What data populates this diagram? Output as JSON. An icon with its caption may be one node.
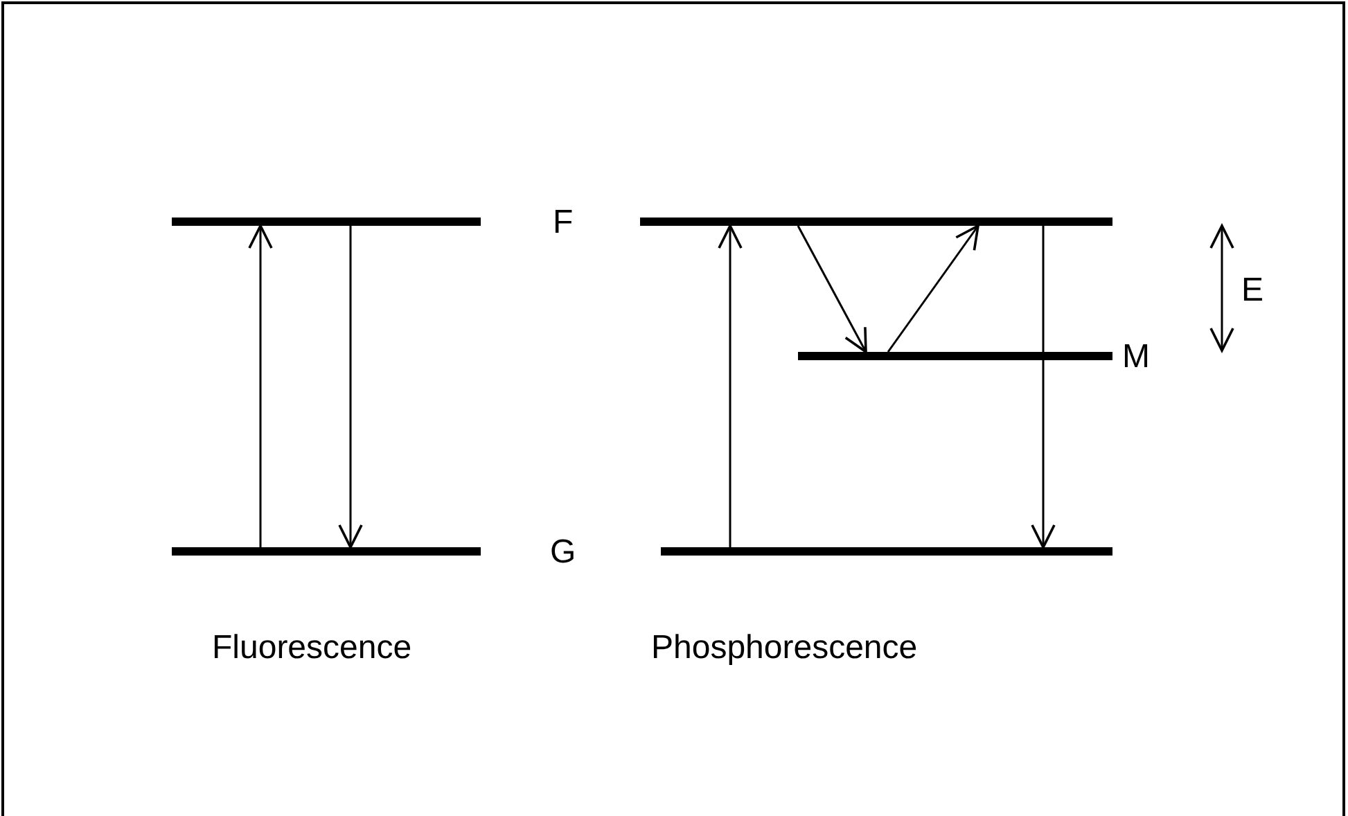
{
  "diagram": {
    "nodes": [
      {
        "text": [],
        "shape": "bar"
      },
      {
        "text": [],
        "shape": "bar"
      },
      {
        "text": [],
        "shape": "bar"
      },
      {
        "text": [],
        "shape": "bar",
        "beside": [
          "M"
        ]
      },
      {
        "text": [],
        "shape": "bar"
      }
    ],
    "edges": [
      {
        "from": 1,
        "to": 0,
        "arrow": "to"
      },
      {
        "from": 0,
        "to": 1,
        "arrow": "to"
      },
      {
        "from": 4,
        "to": 2,
        "arrow": "to"
      },
      {
        "from": 2,
        "to": 3,
        "arrow": "to"
      },
      {
        "from": 3,
        "to": 2,
        "arrow": "to"
      },
      {
        "from": 2,
        "to": 4,
        "arrow": "to"
      }
    ],
    "labels": [
      "F",
      "E",
      "G",
      "Fluorescence",
      "Phosphorescence"
    ]
  }
}
